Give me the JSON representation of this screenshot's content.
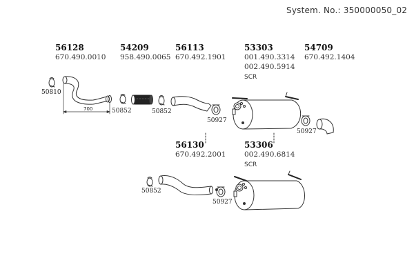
{
  "header": {
    "system_number": "System. No.: 350000050_02"
  },
  "parts": [
    {
      "number": "56128",
      "codes": [
        "670.490.0010"
      ]
    },
    {
      "number": "54209",
      "codes": [
        "958.490.0065"
      ]
    },
    {
      "number": "56113",
      "codes": [
        "670.492.1901"
      ]
    },
    {
      "number": "53303",
      "codes": [
        "001.490.3314",
        "002.490.5914"
      ],
      "note": "SCR"
    },
    {
      "number": "54709",
      "codes": [
        "670.492.1404"
      ]
    },
    {
      "number": "56130",
      "codes": [
        "670.492.2001"
      ]
    },
    {
      "number": "53306",
      "codes": [
        "002.490.6814"
      ],
      "note": "SCR"
    }
  ],
  "clamps": {
    "c1": "50810",
    "c2": "50852",
    "c3": "50852",
    "c4": "50927",
    "c5": "50927",
    "c6": "50852",
    "c7": "50927"
  },
  "dimension": {
    "length": "700"
  },
  "colors": {
    "line": "#333333",
    "hose": "#222222"
  }
}
